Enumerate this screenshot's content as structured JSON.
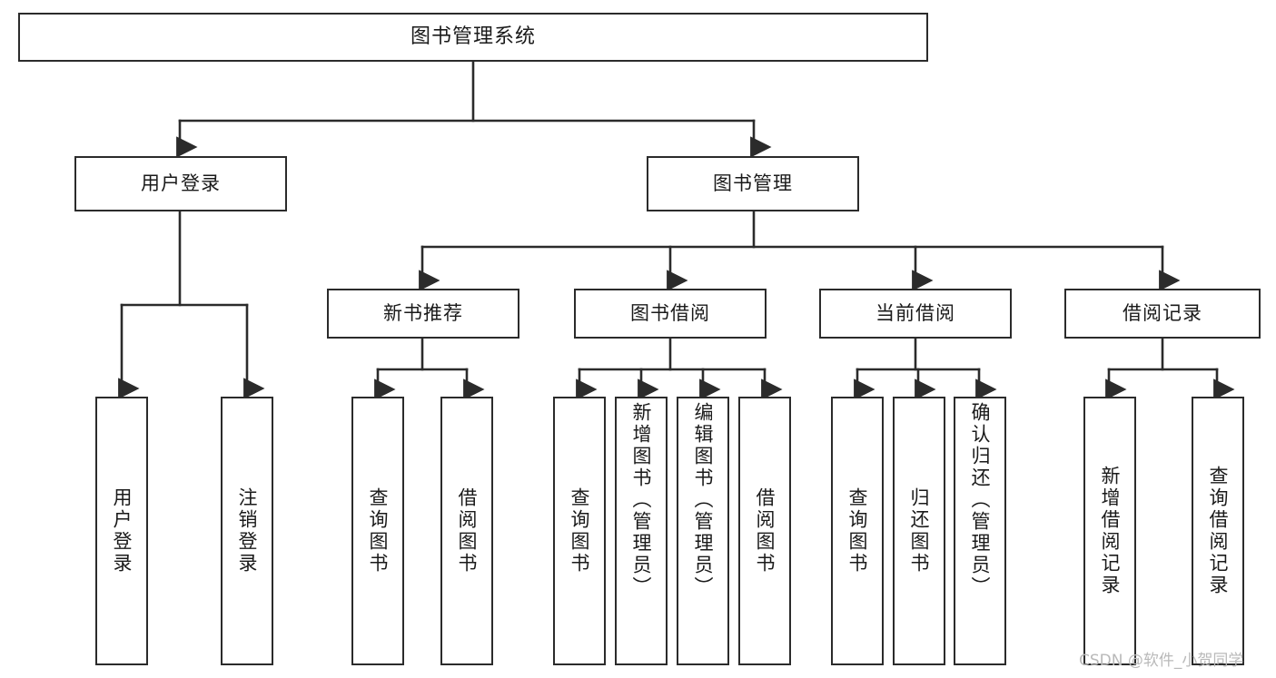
{
  "diagram": {
    "title": "图书管理系统",
    "type": "tree-hierarchy-chart",
    "orientation": "top-down",
    "colors": {
      "box_border": "#2b2b2b",
      "box_fill": "#ffffff",
      "edge": "#2b2b2b",
      "text": "#1a1a1a",
      "watermark": "#b9b9b9",
      "background": "#ffffff"
    },
    "watermark": "CSDN @软件_小贺同学",
    "root": {
      "label": "图书管理系统"
    },
    "level2": [
      {
        "label": "用户登录"
      },
      {
        "label": "图书管理"
      }
    ],
    "level3": [
      {
        "label": "新书推荐"
      },
      {
        "label": "图书借阅"
      },
      {
        "label": "当前借阅"
      },
      {
        "label": "借阅记录"
      }
    ],
    "leaves": {
      "user_login": [
        {
          "label": "用户登录"
        },
        {
          "label": "注销登录"
        }
      ],
      "new_book_recommend": [
        {
          "label": "查询图书"
        },
        {
          "label": "借阅图书"
        }
      ],
      "book_borrow": [
        {
          "label": "查询图书"
        },
        {
          "label": "新增图书（管理员）"
        },
        {
          "label": "编辑图书（管理员）"
        },
        {
          "label": "借阅图书"
        }
      ],
      "current_borrow": [
        {
          "label": "查询图书"
        },
        {
          "label": "归还图书"
        },
        {
          "label": "确认归还（管理员）"
        }
      ],
      "borrow_record": [
        {
          "label": "新增借阅记录"
        },
        {
          "label": "查询借阅记录"
        }
      ]
    }
  }
}
